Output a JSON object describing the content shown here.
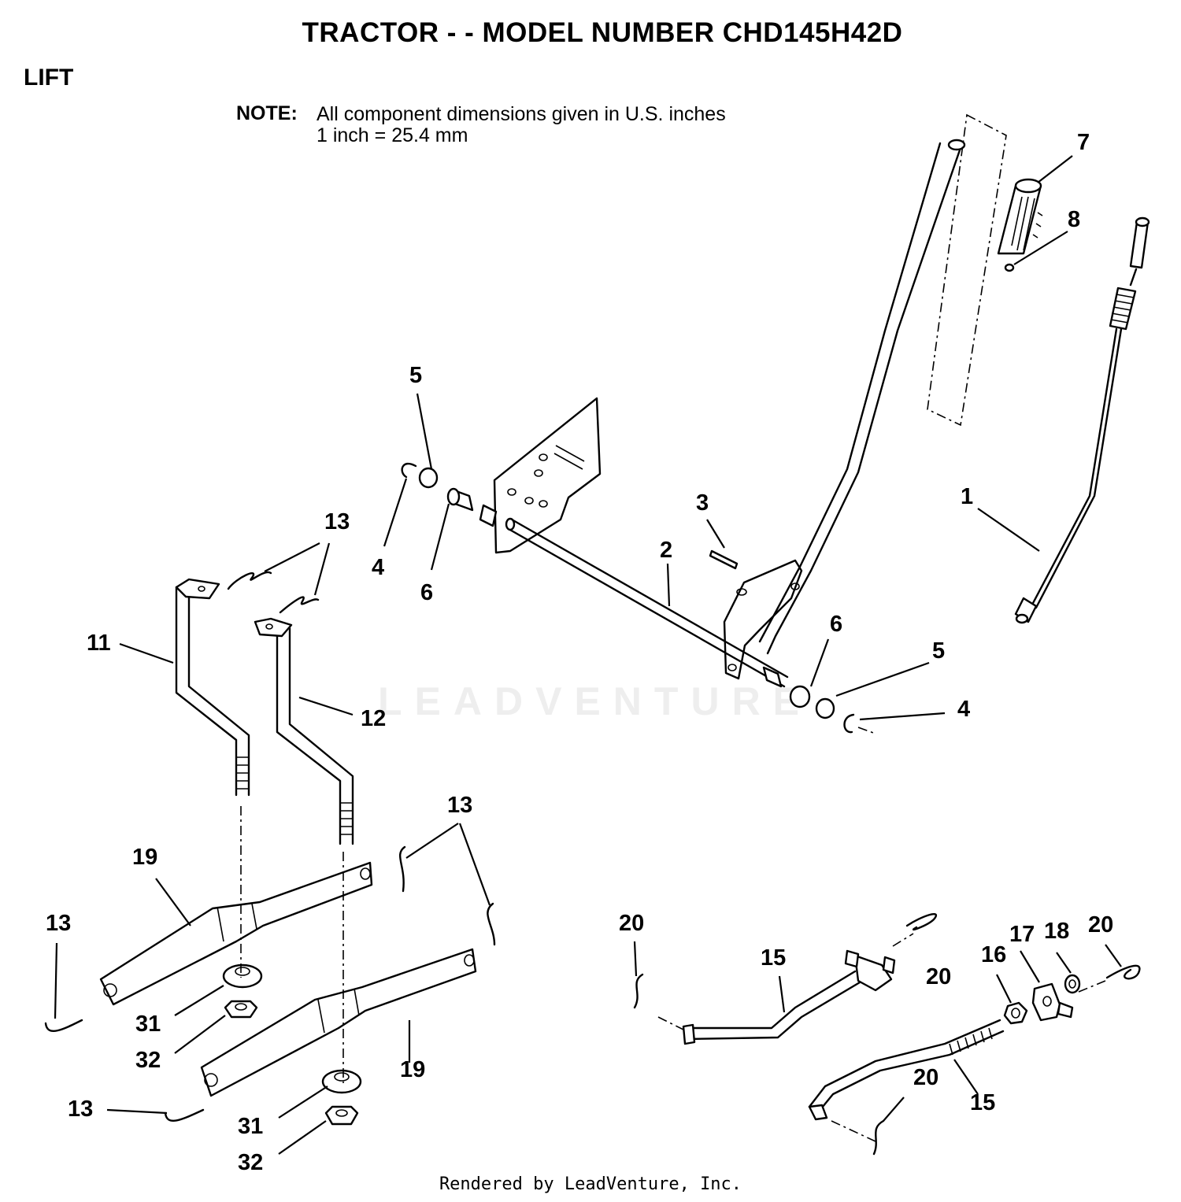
{
  "header": {
    "title": "TRACTOR - - MODEL NUMBER CHD145H42D",
    "section": "LIFT"
  },
  "note": {
    "label": "NOTE:",
    "line1": "All component dimensions given in U.S. inches",
    "line2": "1 inch = 25.4 mm"
  },
  "watermark": "LEADVENTURE",
  "footer": "Rendered by LeadVenture, Inc.",
  "callouts": [
    "7",
    "8",
    "5",
    "1",
    "3",
    "13",
    "4",
    "6",
    "2",
    "11",
    "6",
    "5",
    "12",
    "4",
    "13",
    "19",
    "13",
    "20",
    "17",
    "18",
    "20",
    "15",
    "16",
    "20",
    "31",
    "32",
    "19",
    "13",
    "20",
    "15",
    "31",
    "32"
  ]
}
